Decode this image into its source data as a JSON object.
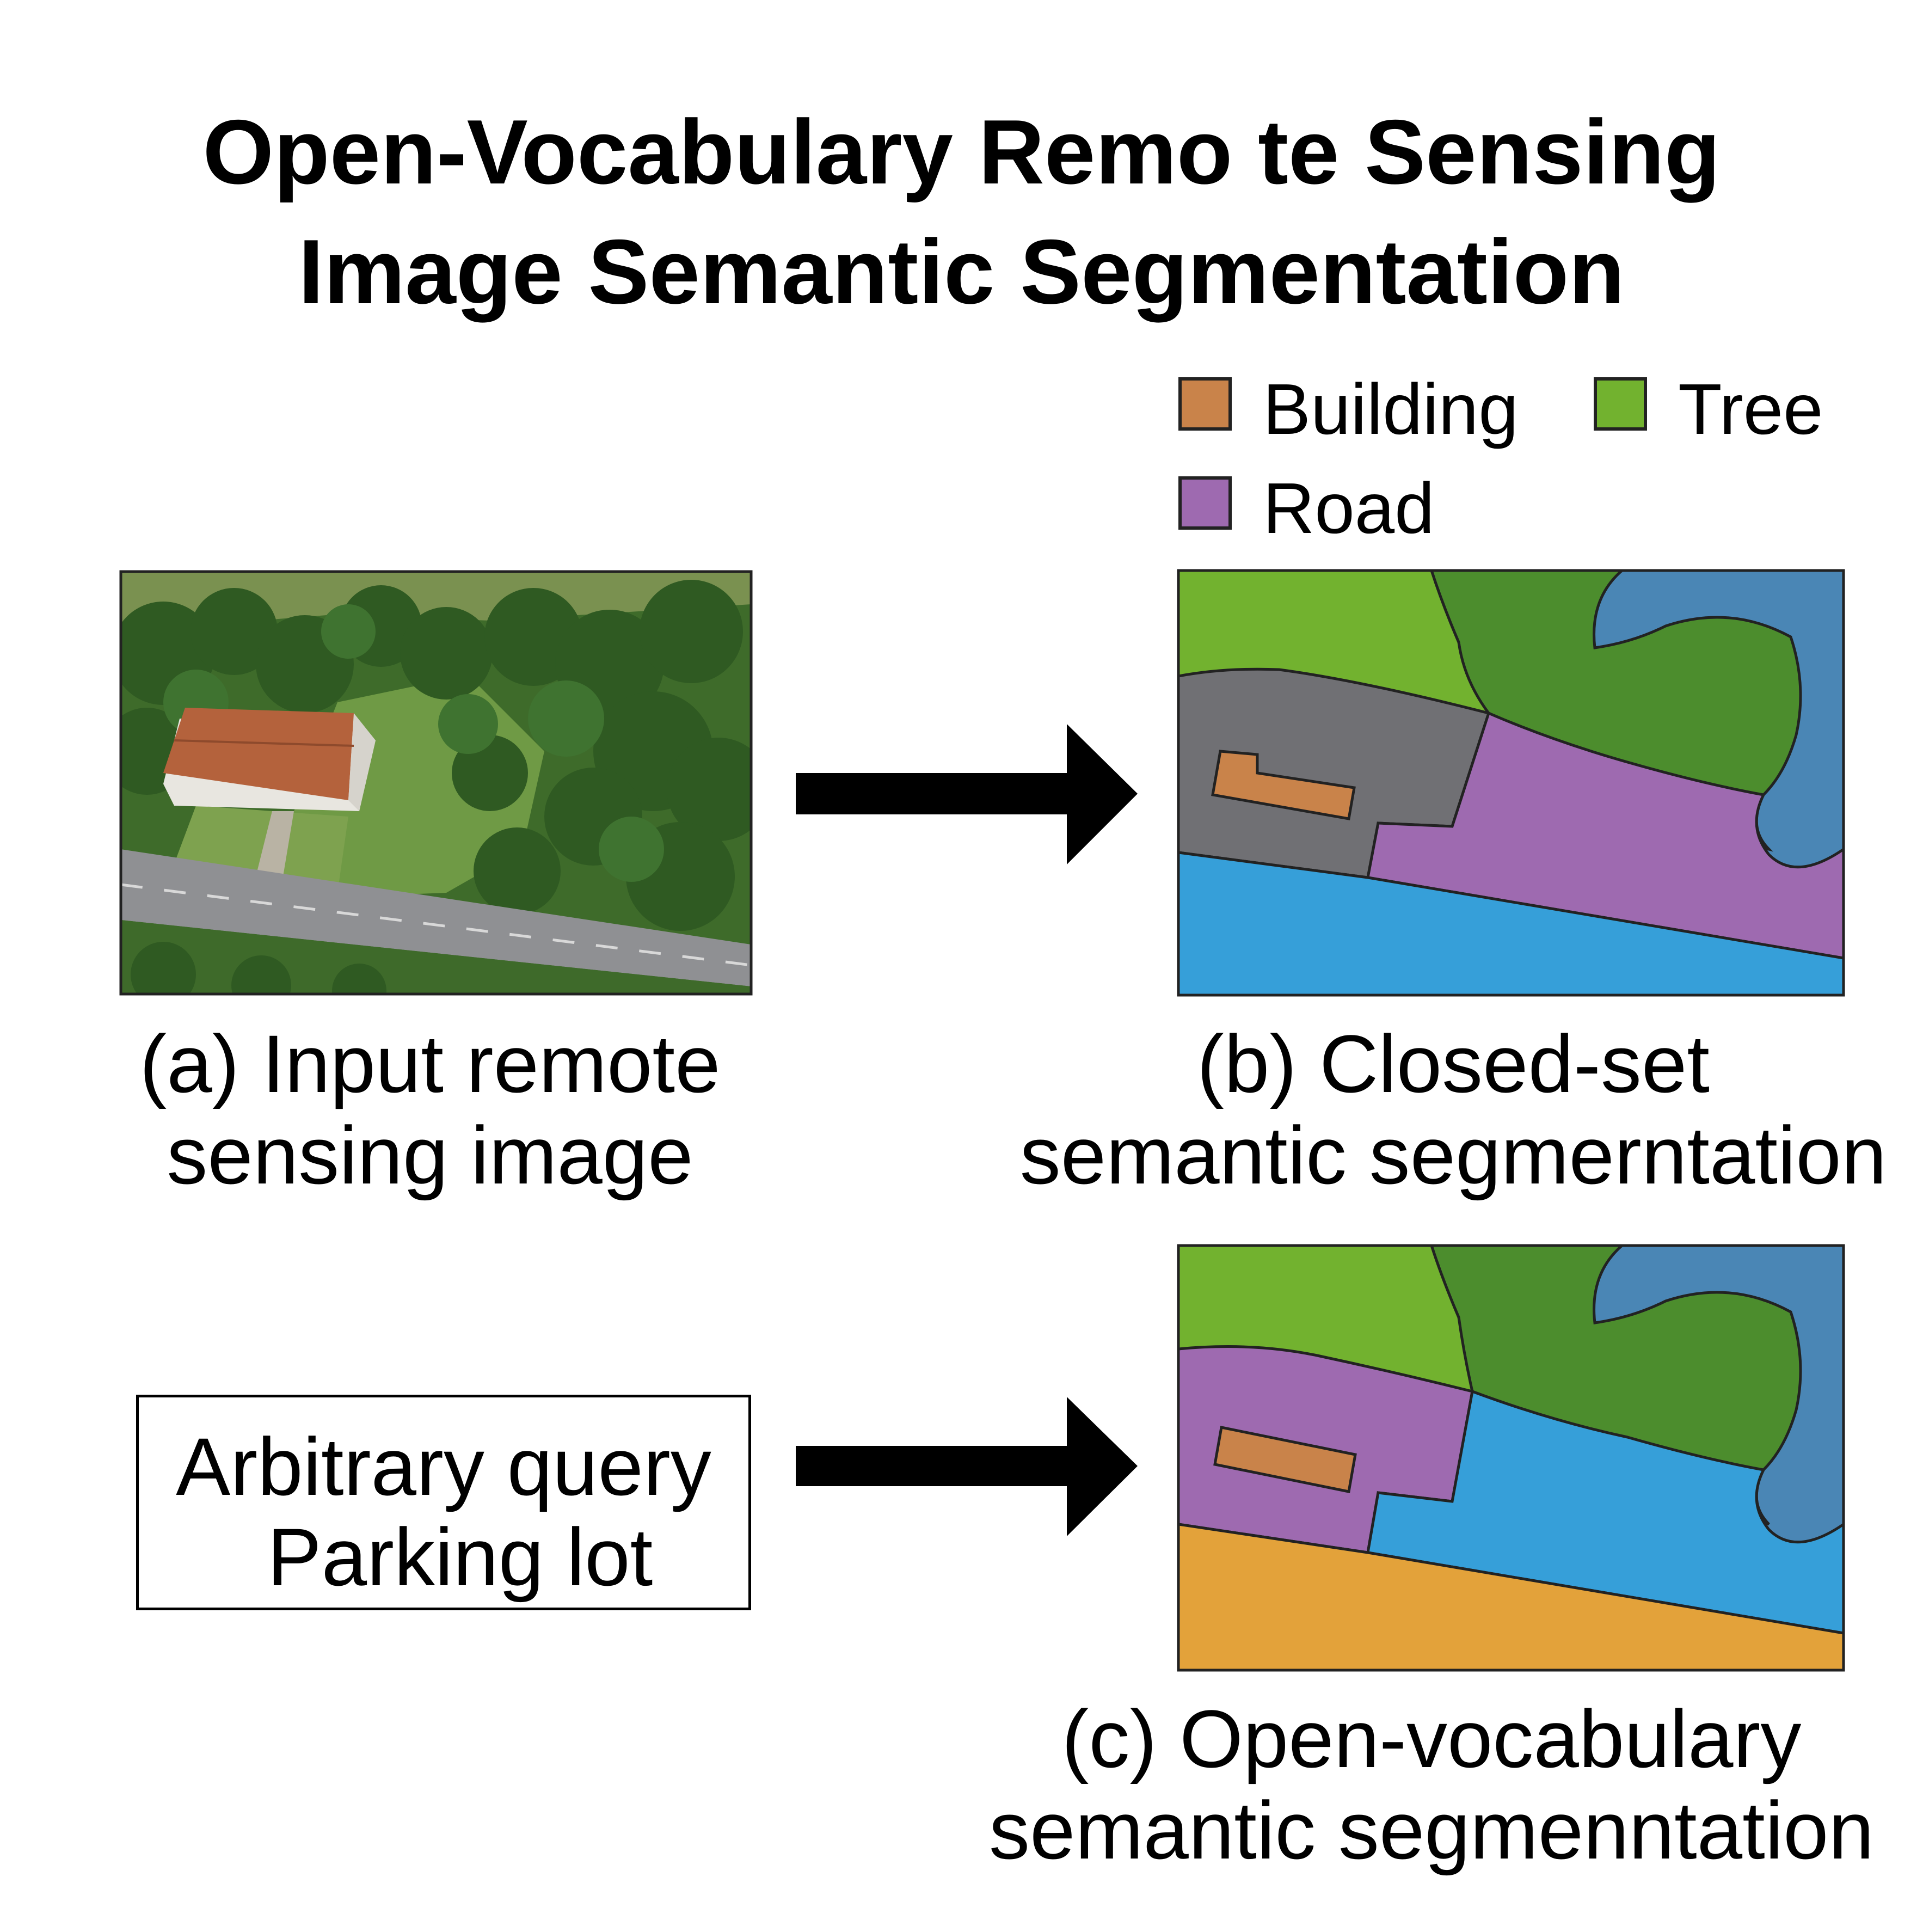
{
  "title": {
    "line1": "Open-Vocabulary Remo te Sensing",
    "line2": "Image Semantic Segmentation"
  },
  "legend": {
    "items": [
      {
        "label": "Building",
        "color": "#c9834a"
      },
      {
        "label": "Tree",
        "color": "#6fb02e"
      },
      {
        "label": "Road",
        "color": "#9e6ab0"
      }
    ]
  },
  "panel_a": {
    "caption_line1": "(a) Input remote",
    "caption_line2": "sensing image"
  },
  "panel_b": {
    "caption_line1": "(b) Closed-set",
    "caption_line2": "semantic segmerntation"
  },
  "panel_c": {
    "caption_line1": "(c) Open-vocabulary",
    "caption_line2": "semantic segmenntation"
  },
  "query": {
    "line1": "Arbitrary query",
    "line2": "Parking lot"
  },
  "colors": {
    "light_green": "#72b22f",
    "dark_green": "#4c8d2d",
    "steel_blue": "#4a86b5",
    "gray": "#707074",
    "purple": "#9e6ab0",
    "sky_blue": "#369fd9",
    "orange": "#e3a23a",
    "building": "#c9834a"
  }
}
